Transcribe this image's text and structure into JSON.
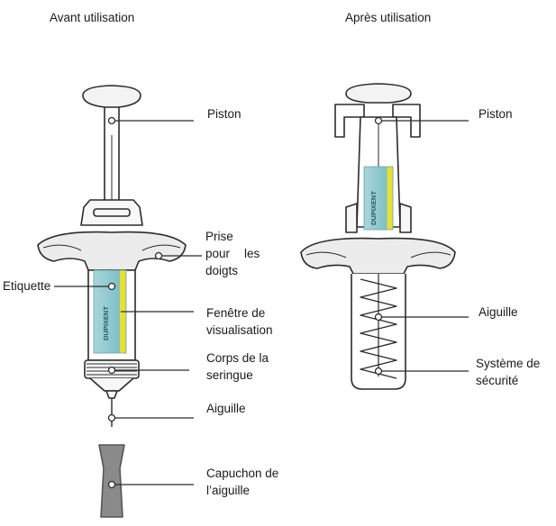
{
  "headers": {
    "before": "Avant utilisation",
    "after": "Après utilisation"
  },
  "brand": "DUPIXENT",
  "before_labels": {
    "piston": "Piston",
    "prise_1": "Prise",
    "prise_2a": "pour",
    "prise_2b": "les",
    "prise_3": "doigts",
    "etiquette": "Etiquette",
    "fenetre_1": "Fenêtre de",
    "fenetre_2": "visualisation",
    "corps_1": "Corps de la",
    "corps_2": "seringue",
    "aiguille": "Aiguille",
    "capuchon_1": "Capuchon de",
    "capuchon_2": "l’aiguille"
  },
  "after_labels": {
    "piston": "Piston",
    "aiguille": "Aiguille",
    "systeme_1": "Système de",
    "systeme_2": "sécurité"
  },
  "colors": {
    "stroke": "#2b2b2b",
    "label_teal": "#8ec9cf",
    "label_yellow": "#e6df3a",
    "flange_fill": "#ececec"
  }
}
